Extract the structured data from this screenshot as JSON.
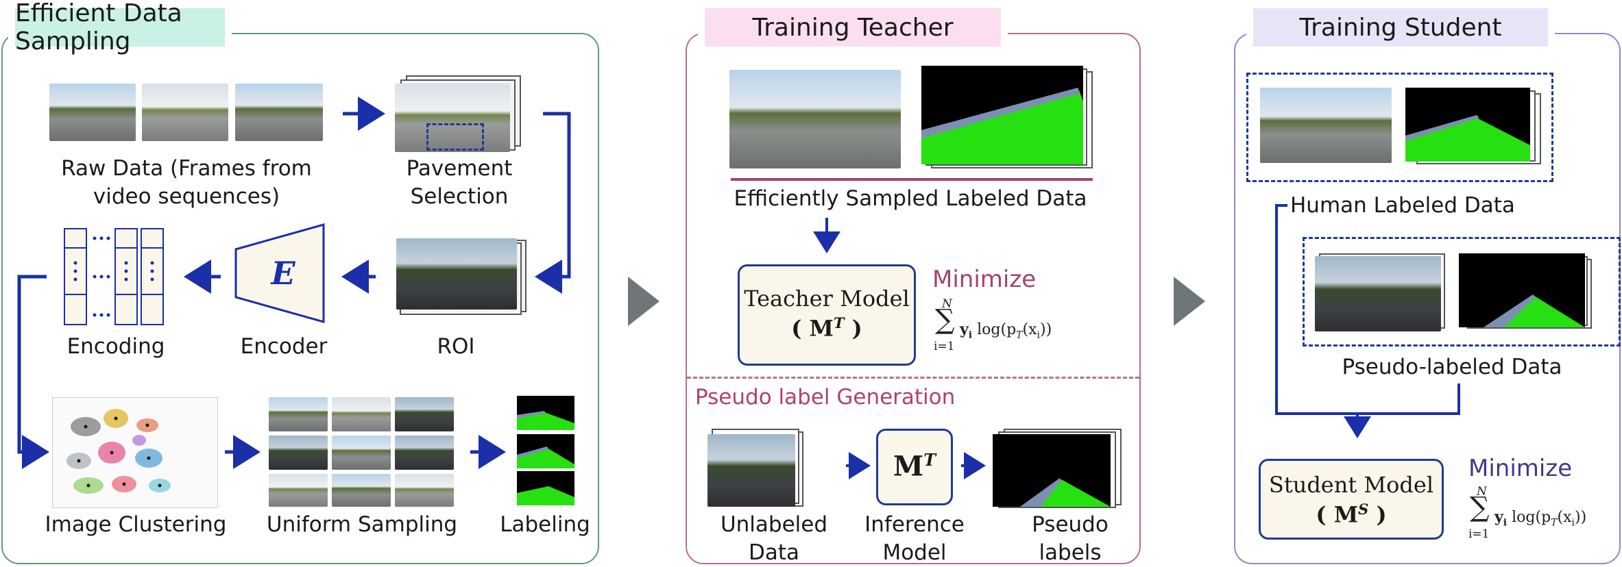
{
  "colors": {
    "arrow": "#1a2fa8",
    "panel1_border": "#5c9c73",
    "panel1_title_bg": "#c9f1e6",
    "panel2_border": "#b76e92",
    "panel2_title_bg": "#fbdff0",
    "panel3_border": "#8f88c8",
    "panel3_title_bg": "#e6e5f8",
    "minimize_teacher": "#a3436d",
    "minimize_student": "#3a3a8a",
    "pseudo_section": "#b0416e",
    "mask_green": "#27e012"
  },
  "panel1": {
    "title": "Efficient Data Sampling",
    "raw_data": "Raw Data (Frames from\nvideo sequences)",
    "pavement": "Pavement\nSelection",
    "roi": "ROI",
    "encoder": "Encoder",
    "encoder_symbol": "E",
    "encoding": "Encoding",
    "clustering": "Image Clustering",
    "uniform": "Uniform Sampling",
    "labeling": "Labeling"
  },
  "panel2": {
    "title": "Training Teacher",
    "sampled": "Efficiently Sampled Labeled Data",
    "model_name": "Teacher Model",
    "model_symbol": "( M",
    "model_sup": "T",
    "model_close": " )",
    "minimize": "Minimize",
    "pseudo_gen": "Pseudo label Generation",
    "unlabeled": "Unlabeled\nData",
    "inference": "Inference\nModel",
    "inference_symbol": "M",
    "inference_sup": "T",
    "pseudo_labels": "Pseudo\nlabels"
  },
  "panel3": {
    "title": "Training Student",
    "human": "Human Labeled Data",
    "pseudo_data": "Pseudo-labeled Data",
    "model_name": "Student Model",
    "model_symbol": "( M",
    "model_sup": "S",
    "model_close": " )",
    "minimize": "Minimize"
  },
  "formula": {
    "sum_top": "N",
    "sum_sign": "∑",
    "sum_bottom": "i=1",
    "body": "y",
    "body_sub": "i",
    "log": " log(p",
    "log_sub": "T",
    "arg": "(x",
    "arg_sub": "i",
    "close": "))"
  },
  "icons": [
    "chevron-right-icon",
    "arrow-right-icon",
    "arrow-left-icon",
    "arrow-down-icon"
  ]
}
